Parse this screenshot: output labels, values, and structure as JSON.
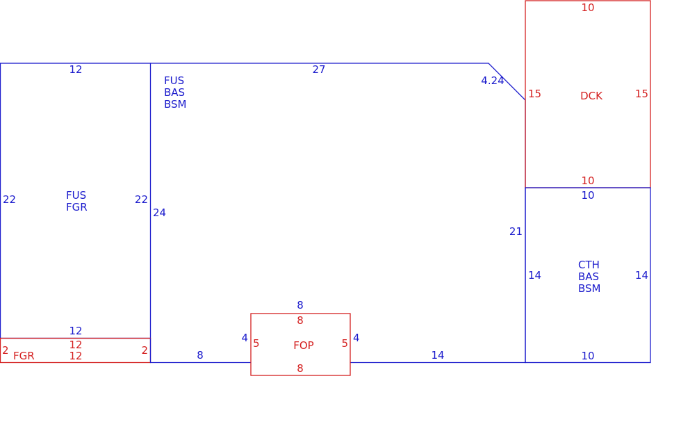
{
  "colors": {
    "main": "#1a1acc",
    "sub": "#d42020"
  },
  "areas": {
    "fus_fgr": {
      "name": [
        "FUS",
        "FGR"
      ],
      "dims": {
        "top": "12",
        "bottom": "12",
        "left": "22",
        "right": "22"
      }
    },
    "fgr": {
      "name": [
        "FGR"
      ],
      "dims": {
        "top": "12",
        "bottom": "12",
        "left": "2",
        "right": "2"
      }
    },
    "fus_bas": {
      "name": [
        "FUS",
        "BAS",
        "BSM"
      ],
      "dims": {
        "top": "27",
        "chamfer": "4.24",
        "left": "24",
        "right": "21",
        "bottom_left": "8",
        "bottom_right": "14"
      }
    },
    "fop": {
      "name": [
        "FOP"
      ],
      "dims": {
        "top_outer": "8",
        "top": "8",
        "bottom": "8",
        "left_outer": "4",
        "left": "5",
        "right": "5",
        "right_outer": "4"
      }
    },
    "dck": {
      "name": [
        "DCK"
      ],
      "dims": {
        "top": "10",
        "bottom": "10",
        "left": "15",
        "right": "15"
      }
    },
    "cth_bas": {
      "name": [
        "CTH",
        "BAS",
        "BSM"
      ],
      "dims": {
        "top": "10",
        "bottom": "10",
        "left": "14",
        "right": "14"
      }
    }
  }
}
